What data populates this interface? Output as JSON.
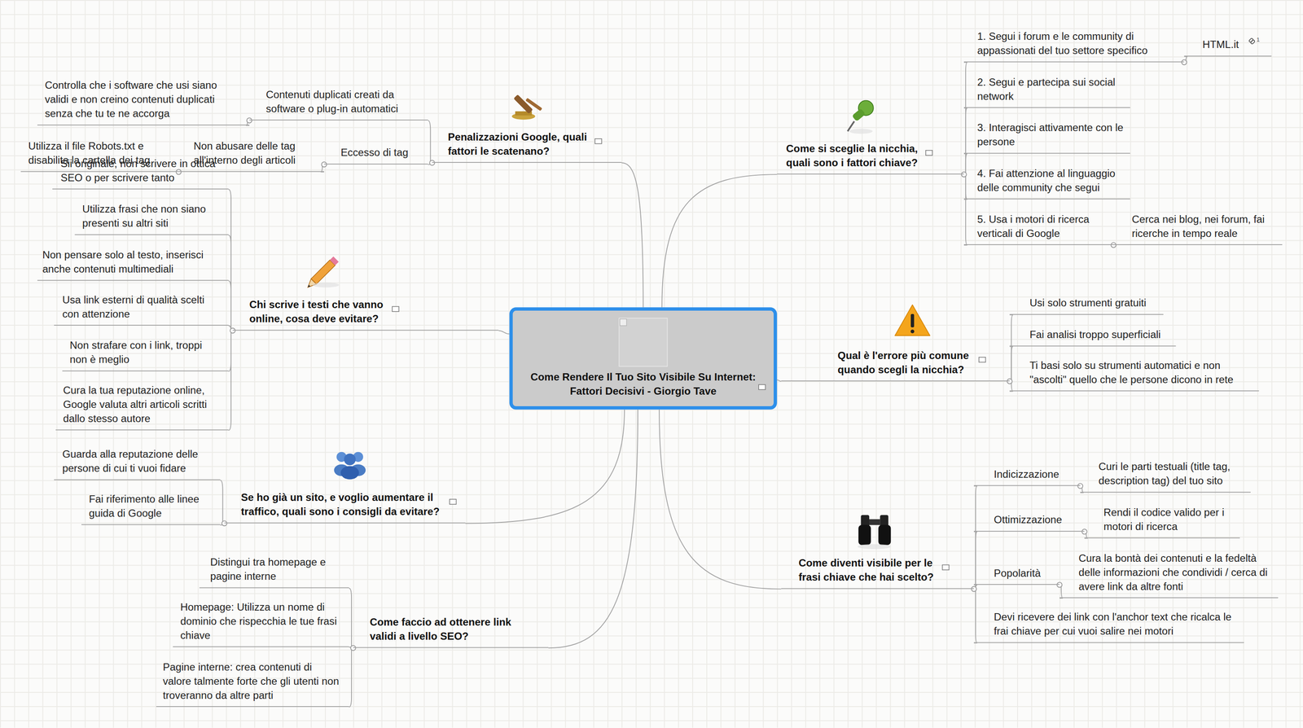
{
  "diagram": {
    "nodes": [
      {
        "text": [
          "Come Rendere Il Tuo Sito Visibile Su Internet: Fattori Decisivi - Giorgio Tave"
        ]
      },
      {
        "text": [
          "Come si sceglie la nicchia, quali sono i fattori chiave?"
        ]
      },
      {
        "text": [
          "1. Segui i forum e le community di appassionati del tuo settore specifico"
        ]
      },
      {
        "text": [
          "HTML.it"
        ]
      },
      {
        "text": [
          "2. Segui e partecipa sui social network"
        ]
      },
      {
        "text": [
          "3. Interagisci attivamente con le persone"
        ]
      },
      {
        "text": [
          "4. Fai attenzione al linguaggio delle community che segui"
        ]
      },
      {
        "text": [
          "5. Usa i motori di ricerca verticali di Google"
        ]
      },
      {
        "text": [
          "Cerca nei blog, nei forum, fai ricerche in tempo reale"
        ]
      },
      {
        "text": [
          "Qual è l'errore più comune quando scegli la nicchia?"
        ]
      },
      {
        "text": [
          "Usi solo strumenti gratuiti"
        ]
      },
      {
        "text": [
          "Fai analisi troppo superficiali"
        ]
      },
      {
        "text": [
          "Ti basi solo su strumenti automatici e non \"ascolti\" quello che le persone dicono in rete"
        ]
      },
      {
        "text": [
          "Come diventi visibile per le frasi chiave che hai scelto?"
        ]
      },
      {
        "text": [
          "Indicizzazione"
        ]
      },
      {
        "text": [
          "Curi le parti testuali (title tag, description tag) del tuo sito"
        ]
      },
      {
        "text": [
          "Ottimizzazione"
        ]
      },
      {
        "text": [
          "Rendi il codice valido per i motori di ricerca"
        ]
      },
      {
        "text": [
          "Popolarità"
        ]
      },
      {
        "text": [
          "Cura la bontà dei contenuti e la fedeltà delle informazioni che condividi / cerca di avere link da altre fonti"
        ]
      },
      {
        "text": [
          "Devi ricevere dei link con l'anchor text che ricalca le frai chiave per cui vuoi salire nei motori"
        ]
      },
      {
        "text": [
          "Penalizzazioni Google, quali fattori le scatenano?"
        ]
      },
      {
        "text": [
          "Contenuti duplicati creati da software o plug-in automatici"
        ]
      },
      {
        "text": [
          "Controlla che i software che usi siano validi e non creino contenuti duplicati senza che tu te ne accorga"
        ]
      },
      {
        "text": [
          "Eccesso di tag"
        ]
      },
      {
        "text": [
          "Non abusare delle tag all'interno degli articoli"
        ]
      },
      {
        "text": [
          "Utilizza il file Robots.txt e disabilita la cartella dei tag"
        ]
      },
      {
        "text": [
          "Chi scrive i testi che vanno online, cosa deve evitare?"
        ]
      },
      {
        "text": [
          "Sii originale, non scrivere in ottica SEO o per scrivere tanto"
        ]
      },
      {
        "text": [
          "Utilizza frasi che non siano presenti su altri siti"
        ]
      },
      {
        "text": [
          "Non pensare solo al testo, inserisci anche contenuti multimediali"
        ]
      },
      {
        "text": [
          "Usa link esterni di qualità scelti con attenzione"
        ]
      },
      {
        "text": [
          "Non strafare con i link, troppi non è meglio"
        ]
      },
      {
        "text": [
          "Cura la tua reputazione online, Google valuta altri articoli scritti dallo stesso autore"
        ]
      },
      {
        "text": [
          "Se ho già un sito, e voglio aumentare il traffico, quali sono i consigli da evitare?"
        ]
      },
      {
        "text": [
          "Guarda alla reputazione delle persone di cui ti vuoi fidare"
        ]
      },
      {
        "text": [
          "Fai riferimento alle linee guida di Google"
        ]
      },
      {
        "text": [
          "Come faccio ad ottenere link validi a livello SEO?"
        ]
      },
      {
        "text": [
          "Distingui tra homepage e pagine interne"
        ]
      },
      {
        "text": [
          "Homepage: Utilizza un nome di dominio che rispecchia le tue frasi chiave"
        ]
      },
      {
        "text": [
          "Pagine interne: crea contenuti di valore talmente forte che gli utenti non troveranno da altre parti"
        ]
      }
    ],
    "edges": [
      {
        "from": 0,
        "to": 1,
        "arrow": "none"
      },
      {
        "from": 1,
        "to": 2,
        "arrow": "none"
      },
      {
        "from": 2,
        "to": 3,
        "arrow": "none"
      },
      {
        "from": 1,
        "to": 4,
        "arrow": "none"
      },
      {
        "from": 1,
        "to": 5,
        "arrow": "none"
      },
      {
        "from": 1,
        "to": 6,
        "arrow": "none"
      },
      {
        "from": 1,
        "to": 7,
        "arrow": "none"
      },
      {
        "from": 7,
        "to": 8,
        "arrow": "none"
      },
      {
        "from": 0,
        "to": 9,
        "arrow": "none"
      },
      {
        "from": 9,
        "to": 10,
        "arrow": "none"
      },
      {
        "from": 9,
        "to": 11,
        "arrow": "none"
      },
      {
        "from": 9,
        "to": 12,
        "arrow": "none"
      },
      {
        "from": 0,
        "to": 13,
        "arrow": "none"
      },
      {
        "from": 13,
        "to": 14,
        "arrow": "none"
      },
      {
        "from": 14,
        "to": 15,
        "arrow": "none"
      },
      {
        "from": 13,
        "to": 16,
        "arrow": "none"
      },
      {
        "from": 16,
        "to": 17,
        "arrow": "none"
      },
      {
        "from": 13,
        "to": 18,
        "arrow": "none"
      },
      {
        "from": 18,
        "to": 19,
        "arrow": "none"
      },
      {
        "from": 13,
        "to": 20,
        "arrow": "none"
      },
      {
        "from": 0,
        "to": 21,
        "arrow": "none"
      },
      {
        "from": 21,
        "to": 22,
        "arrow": "none"
      },
      {
        "from": 22,
        "to": 23,
        "arrow": "none"
      },
      {
        "from": 21,
        "to": 24,
        "arrow": "none"
      },
      {
        "from": 24,
        "to": 25,
        "arrow": "none"
      },
      {
        "from": 25,
        "to": 26,
        "arrow": "none"
      },
      {
        "from": 0,
        "to": 27,
        "arrow": "none"
      },
      {
        "from": 27,
        "to": 28,
        "arrow": "none"
      },
      {
        "from": 27,
        "to": 29,
        "arrow": "none"
      },
      {
        "from": 27,
        "to": 30,
        "arrow": "none"
      },
      {
        "from": 27,
        "to": 31,
        "arrow": "none"
      },
      {
        "from": 27,
        "to": 32,
        "arrow": "none"
      },
      {
        "from": 27,
        "to": 33,
        "arrow": "none"
      },
      {
        "from": 0,
        "to": 34,
        "arrow": "none"
      },
      {
        "from": 34,
        "to": 35,
        "arrow": "none"
      },
      {
        "from": 34,
        "to": 36,
        "arrow": "none"
      },
      {
        "from": 0,
        "to": 37,
        "arrow": "none"
      },
      {
        "from": 37,
        "to": 38,
        "arrow": "none"
      },
      {
        "from": 37,
        "to": 39,
        "arrow": "none"
      },
      {
        "from": 37,
        "to": 40,
        "arrow": "none"
      }
    ],
    "labels": [
      "1"
    ]
  }
}
